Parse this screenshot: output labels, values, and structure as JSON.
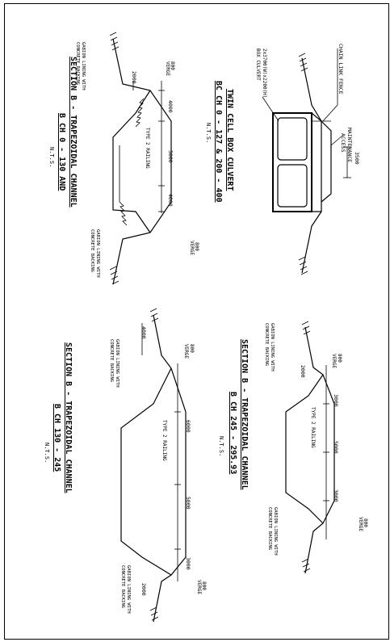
{
  "culvert": {
    "title": "TWIN CELL BOX CULVERT",
    "subtitle": "BC CH 0 - 127 & 200 - 400",
    "nts": "N.T.S.",
    "box_label_1": "2x3700(W)x2200(H)",
    "box_label_2": "BOX CULVERT",
    "chain_fence": "CHAIN LINK FENCE",
    "maintenance": "MAINTENANCE",
    "access": "ACCESS",
    "dim_3500": "3500"
  },
  "section_a": {
    "title": "SECTION B - TRAPEZOIDAL CHANNEL",
    "subtitle": "B CH 0 - 130 AND",
    "nts": "N.T.S.",
    "gabion_left_1": "GABION LINING WITH",
    "gabion_left_2": "CONCRETE BACKING",
    "gabion_right_1": "GABION LINING WITH",
    "gabion_right_2": "CONCRETE BACKING",
    "railing": "TYPE 2 RAILING",
    "dims": [
      "800",
      "4000",
      "5000",
      "4000",
      "800"
    ],
    "verge_left": "VERGE",
    "verge_right": "VERGE",
    "dim_2000": "2000"
  },
  "section_b": {
    "title": "SECTION B - TRAPEZOIDAL CHANNEL",
    "subtitle": "B CH 245 - 295.93",
    "nts": "N.T.S.",
    "gabion_left_1": "GABION LINING WITH",
    "gabion_left_2": "CONCRETE BACKING",
    "gabion_right_1": "GABION LINING WITH",
    "gabion_right_2": "CONCRETE BACKING",
    "railing": "TYPE 2 RAILING",
    "dims": [
      "800",
      "3000",
      "5000",
      "3000",
      "800"
    ],
    "verge_left": "VERGE",
    "verge_right": "VERGE",
    "dim_2000": "2000"
  },
  "section_c": {
    "title": "SECTION B - TRAPEZOIDAL CHANNEL",
    "subtitle": "B CH 130 - 245",
    "nts": "N.T.S.",
    "gabion_left_1": "GABION LINING WITH",
    "gabion_left_2": "CONCRETE BACKING",
    "gabion_right_1": "GABION LINING WITH",
    "gabion_right_2": "CONCRETE BACKING",
    "railing": "TYPE 2 RAILING",
    "dims": [
      "800",
      "6000",
      "5000",
      "3000",
      "800"
    ],
    "verge_left": "VERGE",
    "verge_right": "VERGE",
    "dim_4000": "4000",
    "dim_2000": "2000"
  }
}
